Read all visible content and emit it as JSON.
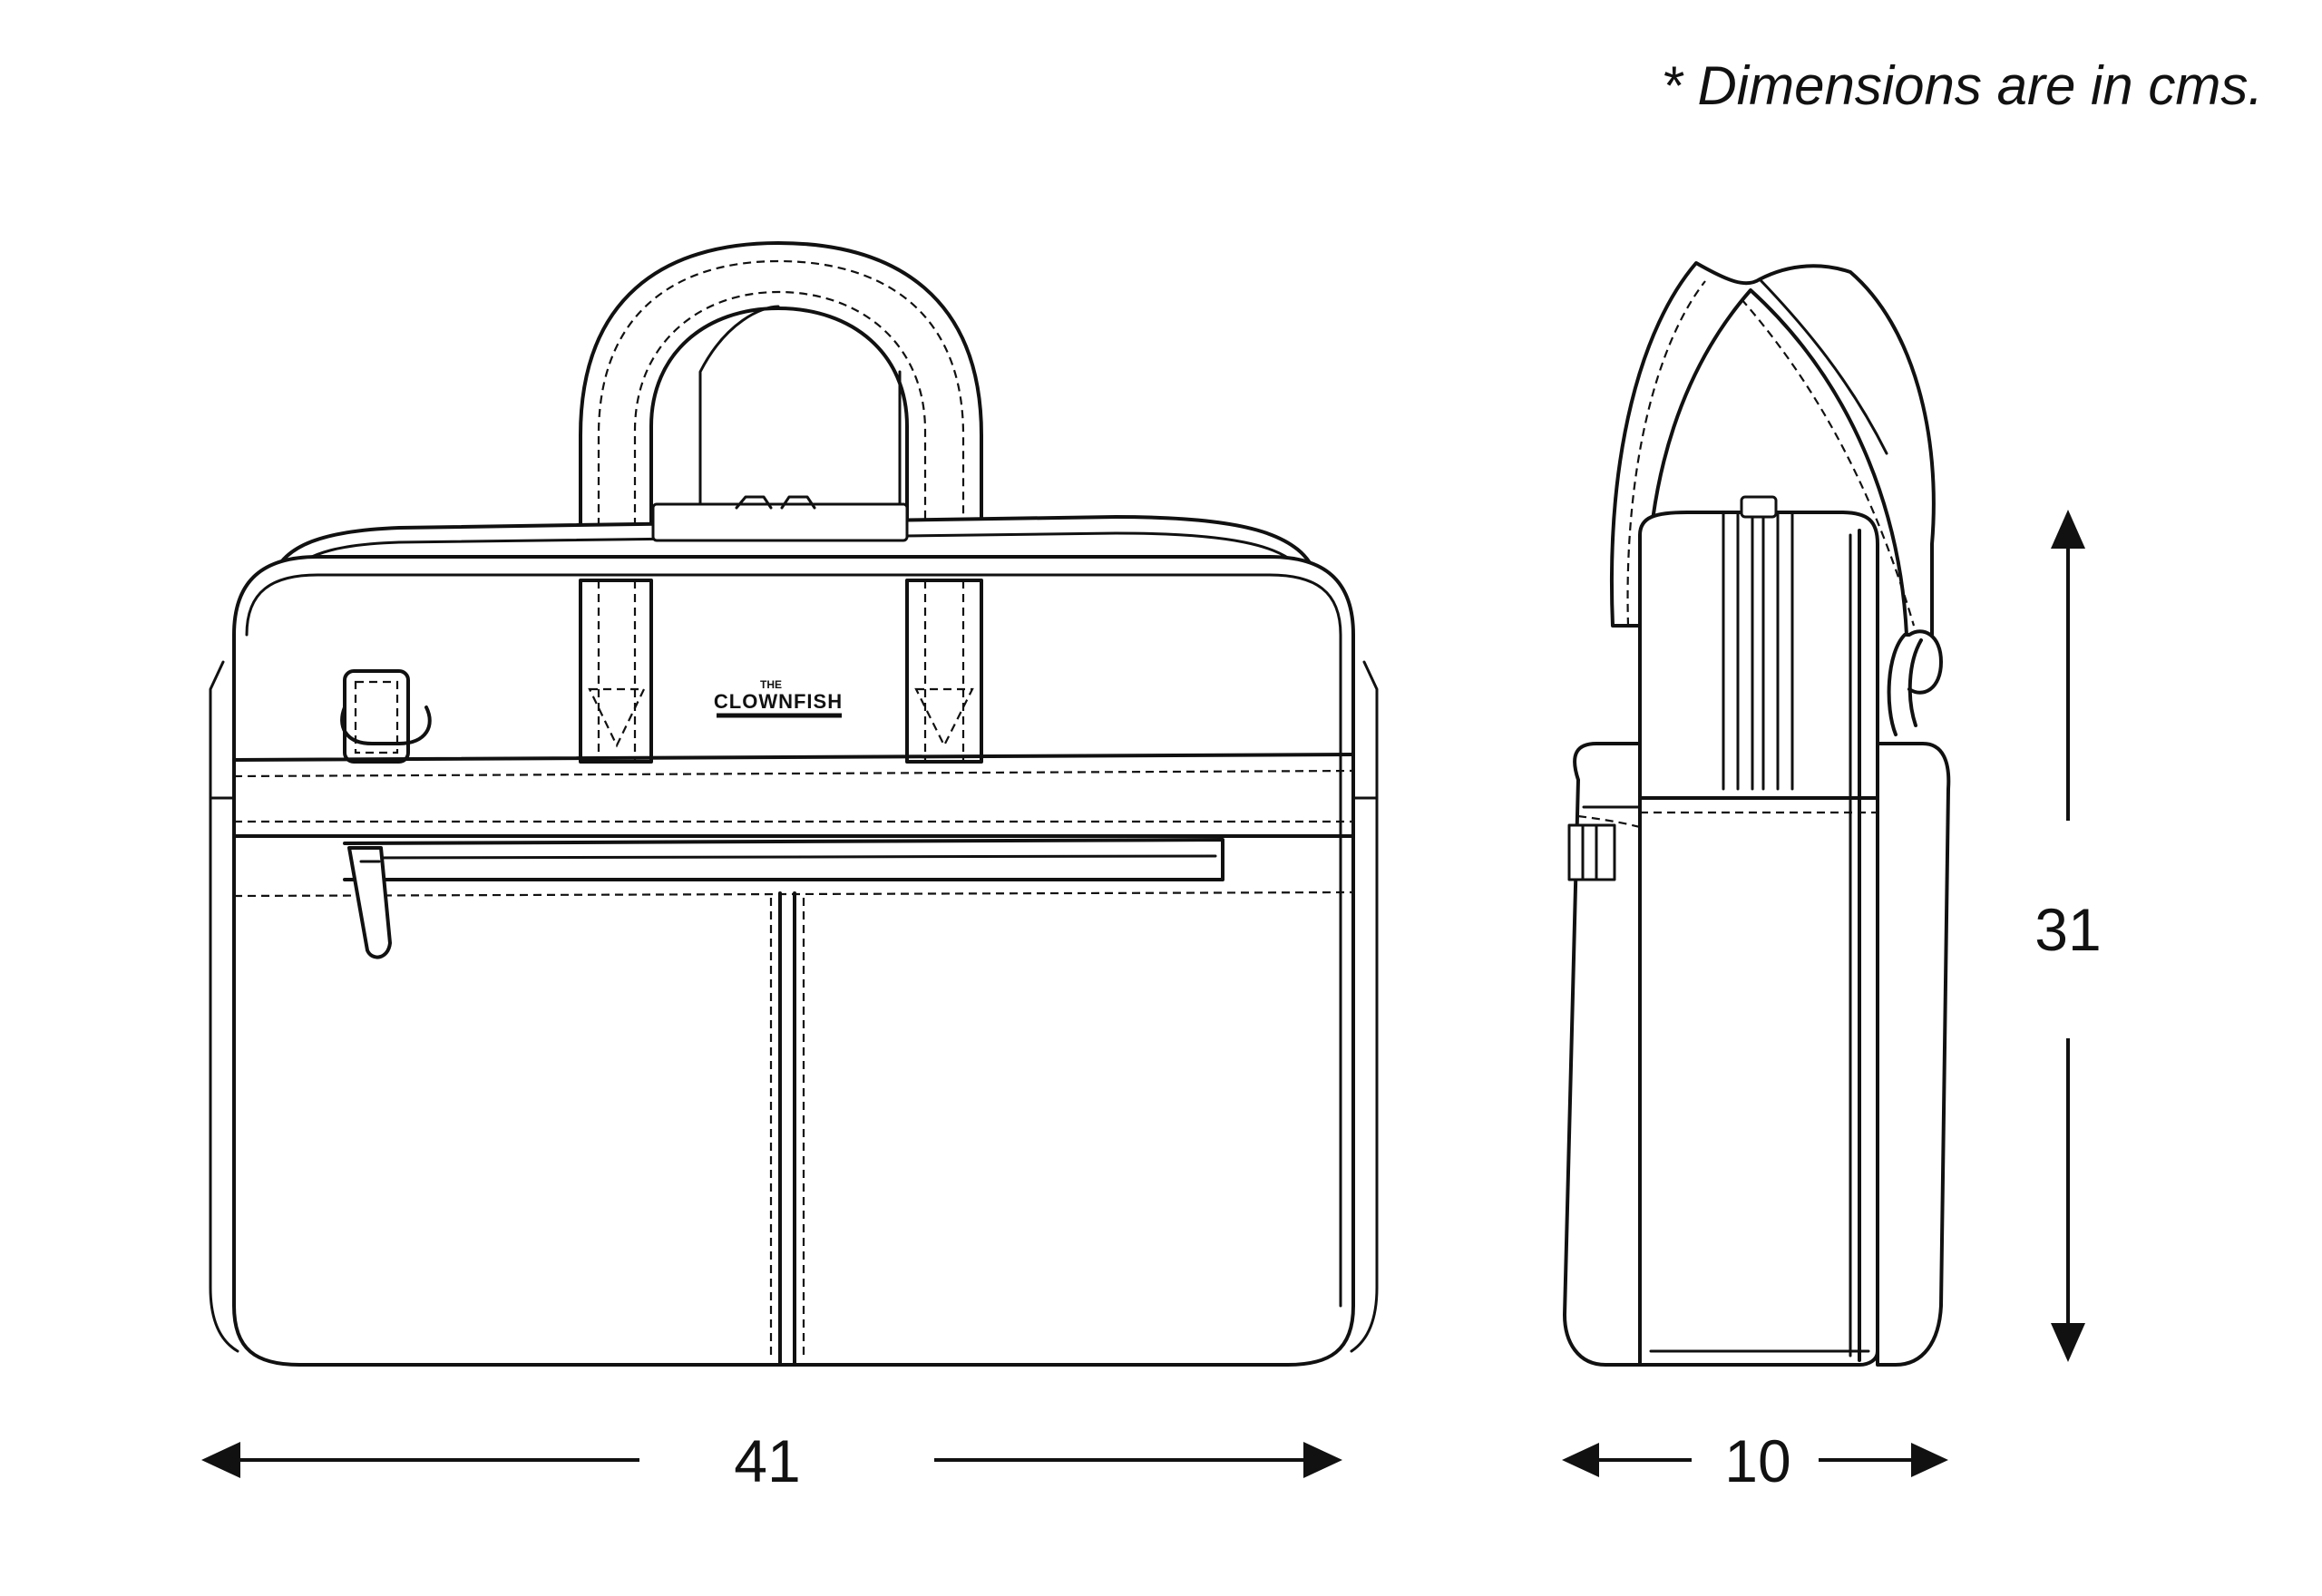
{
  "note": "* Dimensions are in cms.",
  "dimensions": {
    "width": "41",
    "depth": "10",
    "height": "31"
  },
  "brand": {
    "prefix": "THE",
    "name": "CLOWNFISH"
  }
}
